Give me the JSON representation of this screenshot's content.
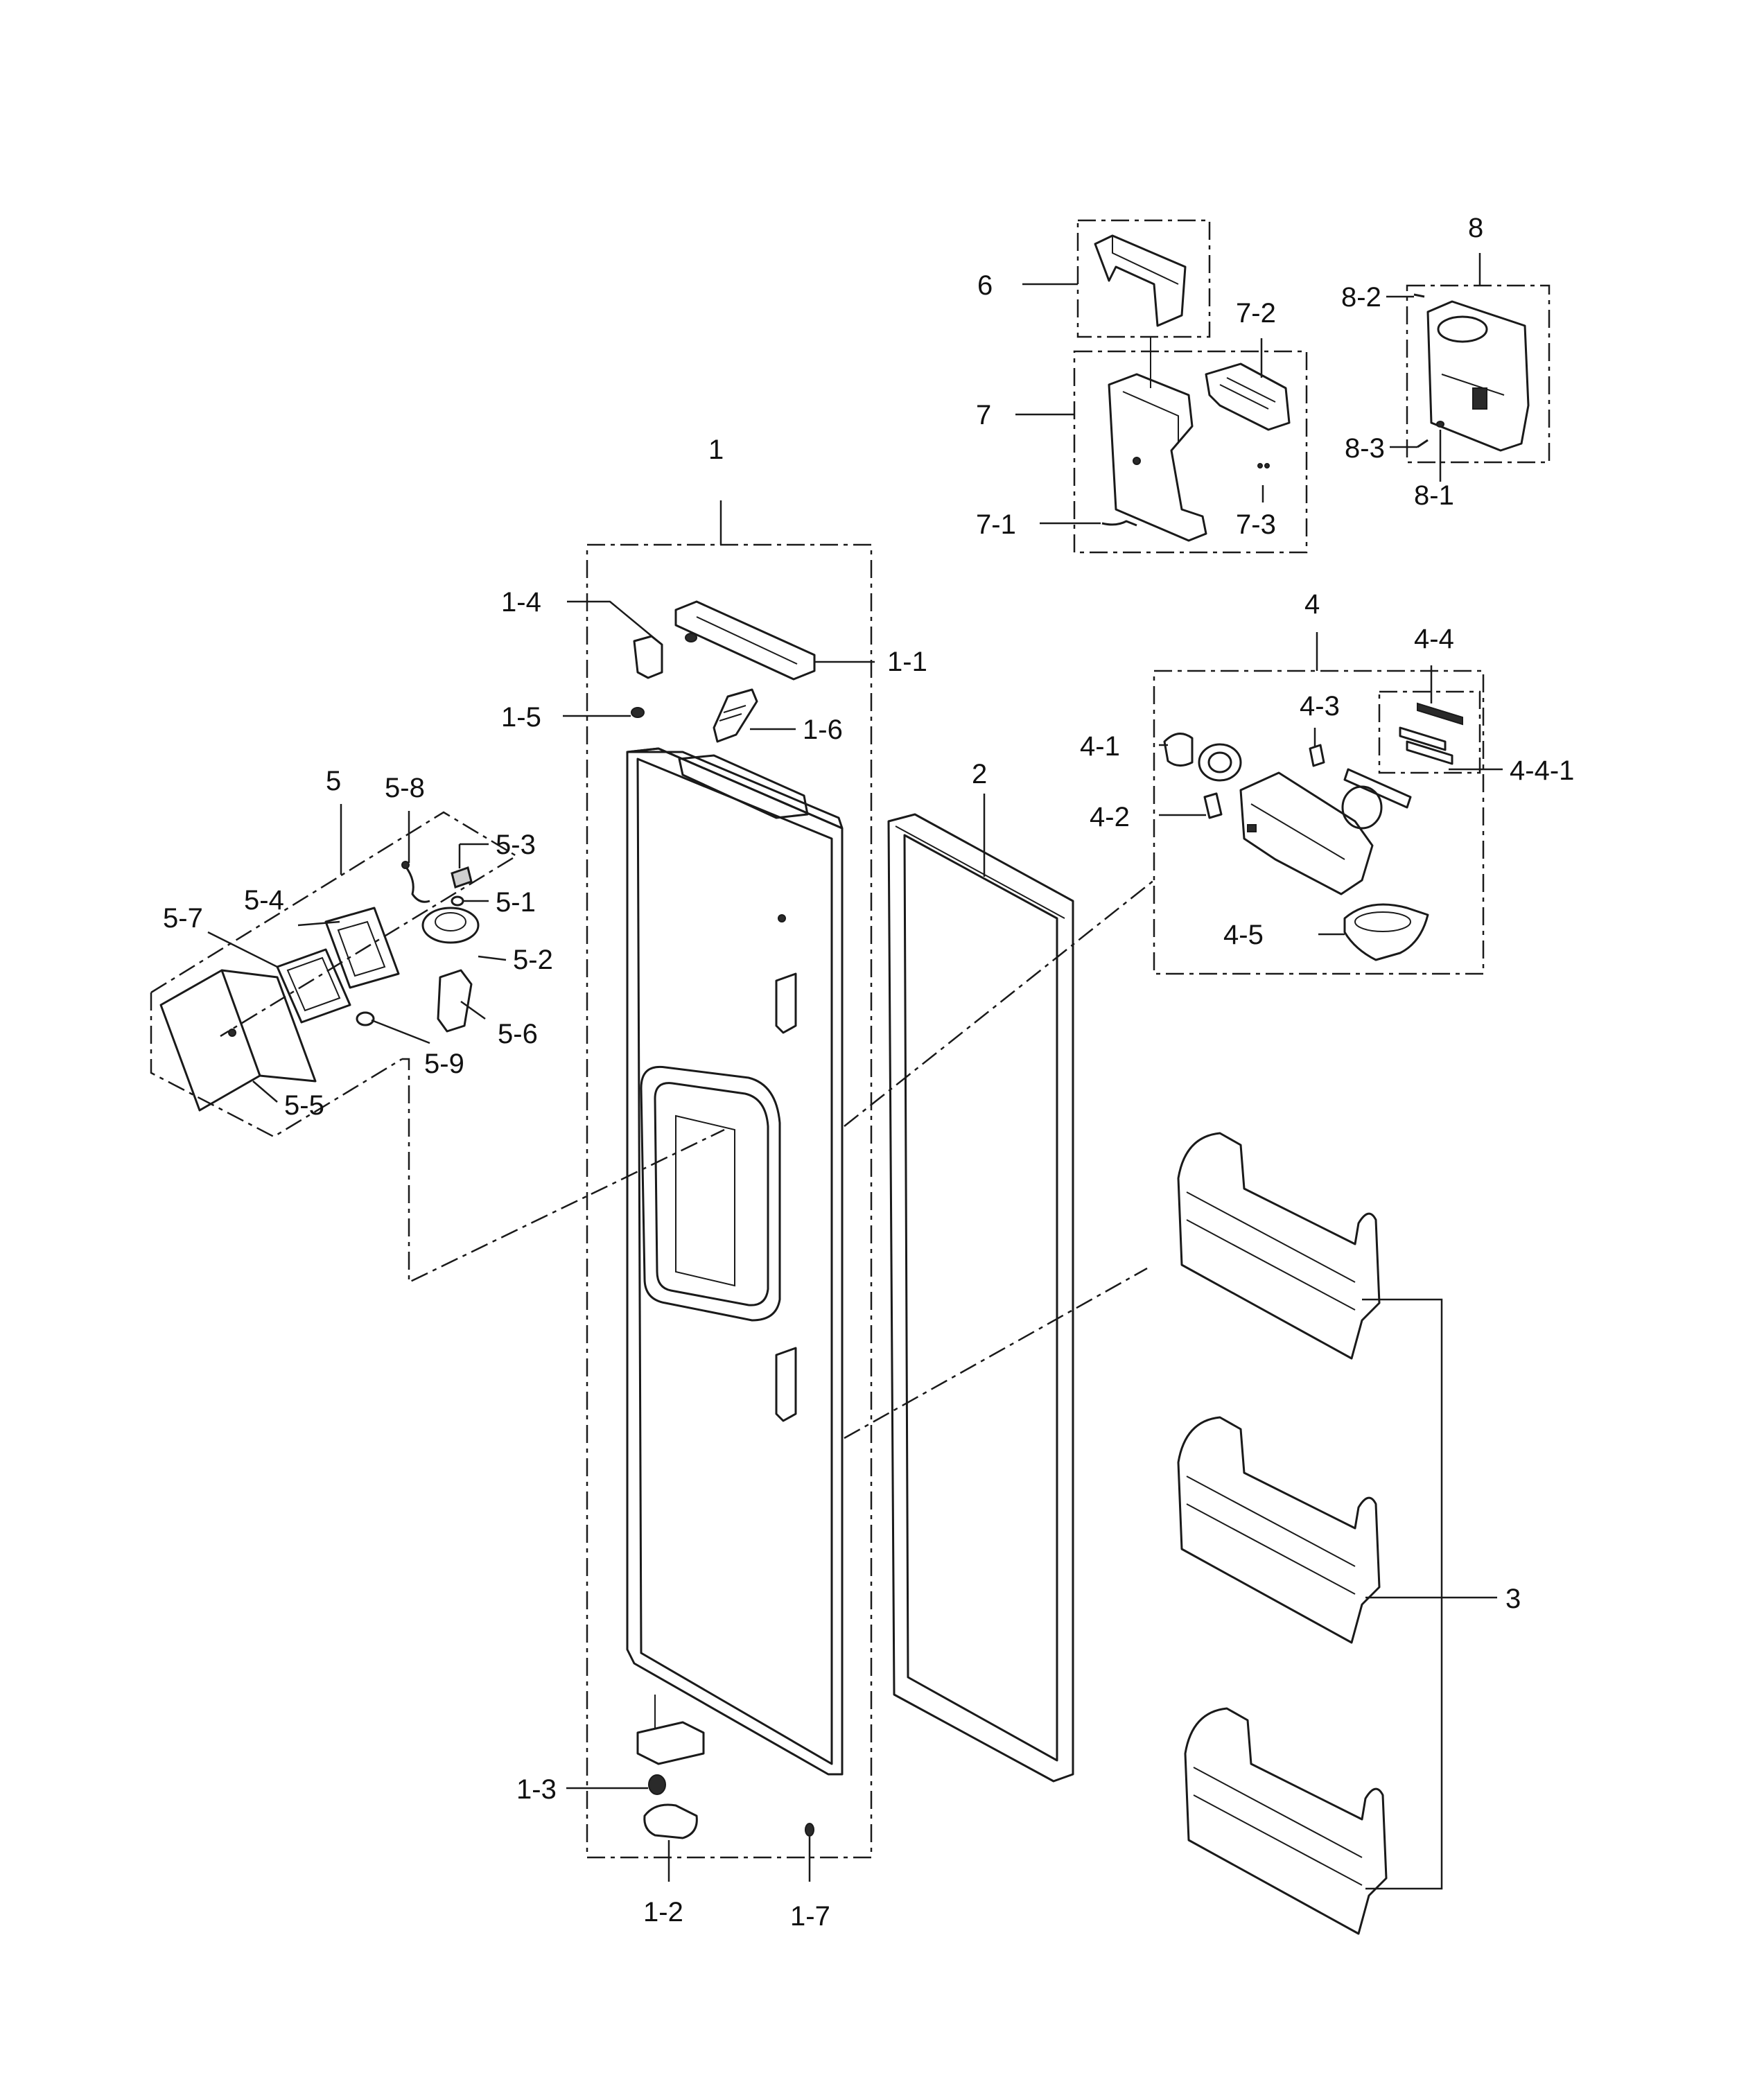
{
  "diagram": {
    "labels": {
      "l1": "1",
      "l1_1": "1-1",
      "l1_2": "1-2",
      "l1_3": "1-3",
      "l1_4": "1-4",
      "l1_5": "1-5",
      "l1_6": "1-6",
      "l1_7": "1-7",
      "l2": "2",
      "l3": "3",
      "l4": "4",
      "l4_1": "4-1",
      "l4_2": "4-2",
      "l4_3": "4-3",
      "l4_4": "4-4",
      "l4_4_1": "4-4-1",
      "l4_5": "4-5",
      "l5": "5",
      "l5_1": "5-1",
      "l5_2": "5-2",
      "l5_3": "5-3",
      "l5_4": "5-4",
      "l5_5": "5-5",
      "l5_6": "5-6",
      "l5_7": "5-7",
      "l5_8": "5-8",
      "l5_9": "5-9",
      "l6": "6",
      "l7": "7",
      "l7_1": "7-1",
      "l7_2": "7-2",
      "l7_3": "7-3",
      "l8": "8",
      "l8_1": "8-1",
      "l8_2": "8-2",
      "l8_3": "8-3"
    },
    "colors": {
      "ink": "#1a1a1a",
      "paper": "#ffffff",
      "fill": "#cfcfcf"
    }
  }
}
